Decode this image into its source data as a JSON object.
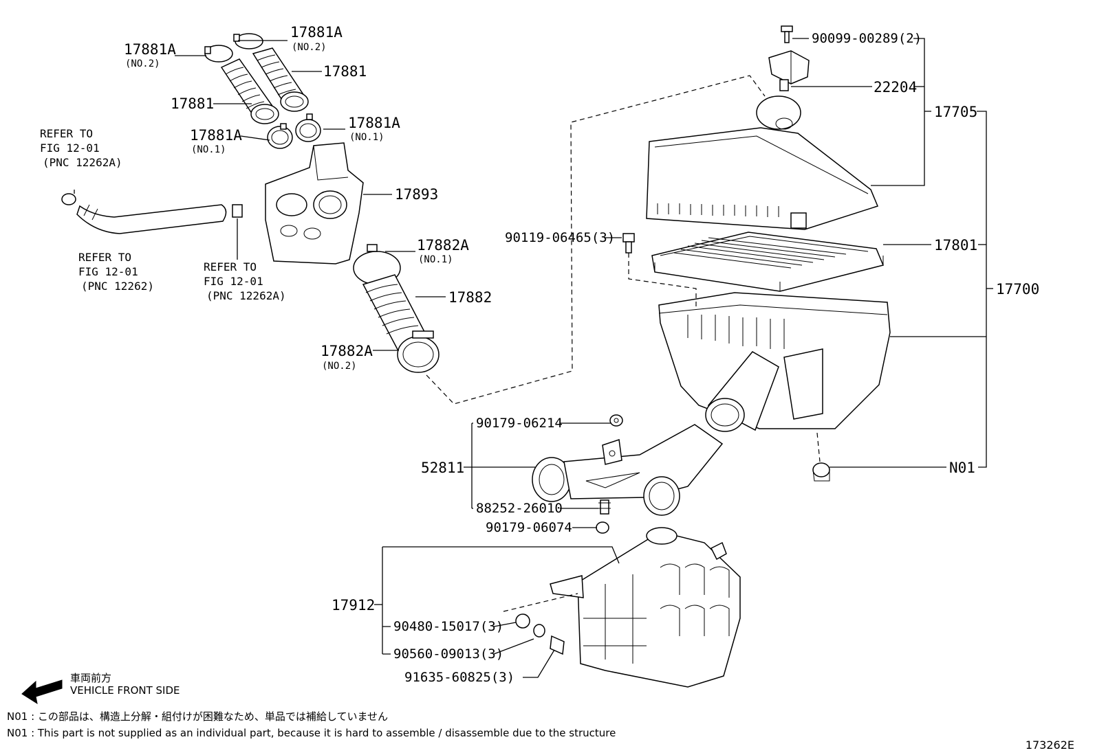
{
  "labels": {
    "p17881A_no2_top": "17881A",
    "p17881A_no2_top_sub": "(NO.2)",
    "p17881A_no2_left": "17881A",
    "p17881A_no2_left_sub": "(NO.2)",
    "p17881_right": "17881",
    "p17881_left": "17881",
    "p17881A_no1_left": "17881A",
    "p17881A_no1_left_sub": "(NO.1)",
    "p17881A_no1_right": "17881A",
    "p17881A_no1_right_sub": "(NO.1)",
    "p17893": "17893",
    "p17882A_no1": "17882A",
    "p17882A_no1_sub": "(NO.1)",
    "p17882": "17882",
    "p17882A_no2": "17882A",
    "p17882A_no2_sub": "(NO.2)",
    "p90099": "90099-00289(2)",
    "p22204": "22204",
    "p17705": "17705",
    "p90119": "90119-06465(3)",
    "p17801": "17801",
    "p17700": "17700",
    "pN01": "N01",
    "p90179a": "90179-06214",
    "p52811": "52811",
    "p88252": "88252-26010",
    "p90179b": "90179-06074",
    "p17912": "17912",
    "p90480": "90480-15017(3)",
    "p90560": "90560-09013(3)",
    "p91635": "91635-60825(3)"
  },
  "refs": {
    "ref1": [
      "REFER TO",
      "FIG 12-01",
      "(PNC 12262A)"
    ],
    "ref2": [
      "REFER TO",
      "FIG 12-01",
      "(PNC 12262)"
    ],
    "ref3": [
      "REFER TO",
      "FIG 12-01",
      "(PNC 12262A)"
    ]
  },
  "direction": {
    "jp": "車両前方",
    "en": "VEHICLE FRONT SIDE"
  },
  "notes": {
    "jp": "N01 : この部品は、構造上分解・組付けが困難なため、単品では補給していません",
    "en": "N01 : This part is not supplied as an individual part, because it is hard to assemble / disassemble due to the structure"
  },
  "figure_number": "173262E"
}
